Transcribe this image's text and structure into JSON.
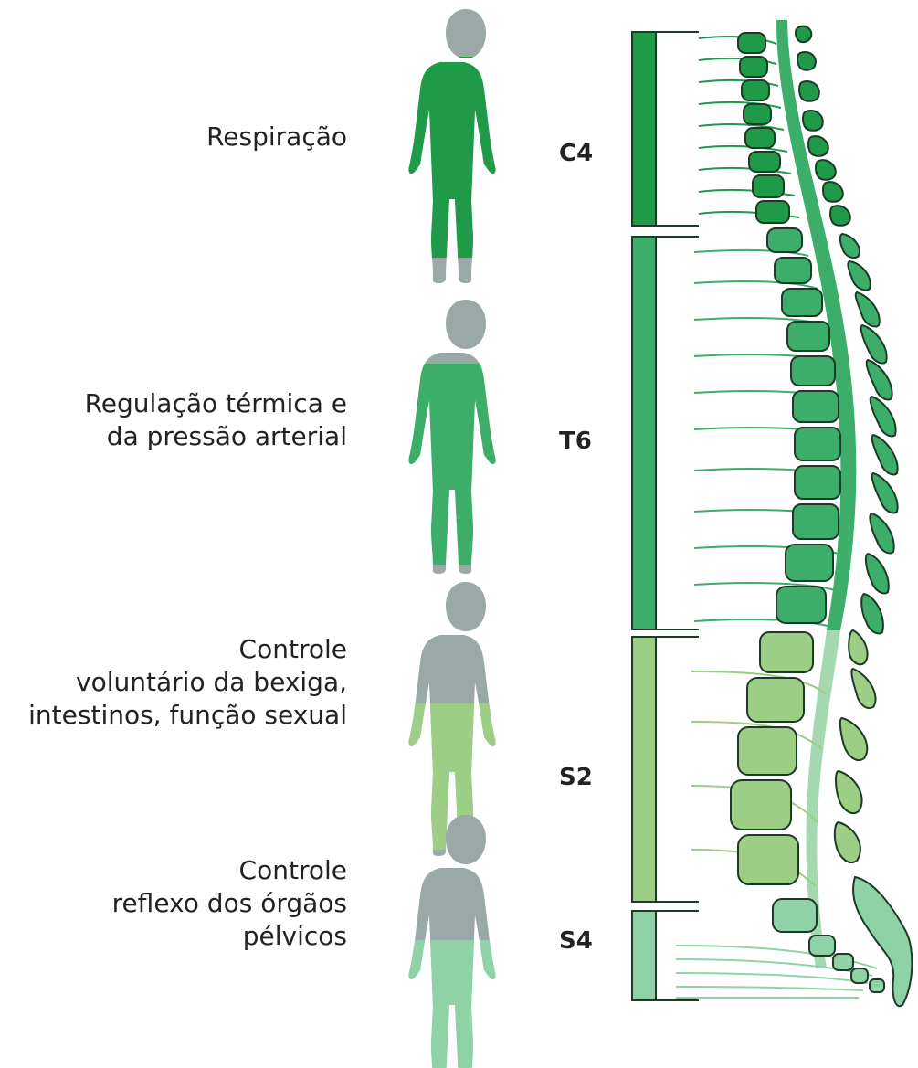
{
  "sections": [
    {
      "level": "C4",
      "lines": [
        "Respiração"
      ]
    },
    {
      "level": "T6",
      "lines": [
        "Regulação térmica e",
        "da pressão arterial"
      ]
    },
    {
      "level": "S2",
      "lines": [
        "Controle",
        "voluntário da bexiga,",
        "intestinos, função sexual"
      ]
    },
    {
      "level": "S4",
      "lines": [
        "Controle",
        "reflexo dos órgãos",
        "pélvicos"
      ]
    }
  ],
  "colors": {
    "cervical": "#1e9a48",
    "thoracic": "#3dae6a",
    "lumbar": "#9dce86",
    "sacral": "#8fd2a5",
    "body_gray": "#9aa9a7",
    "outline": "#1d3a26"
  },
  "icons": [
    "human-figure-icon",
    "spine-illustration-icon"
  ]
}
